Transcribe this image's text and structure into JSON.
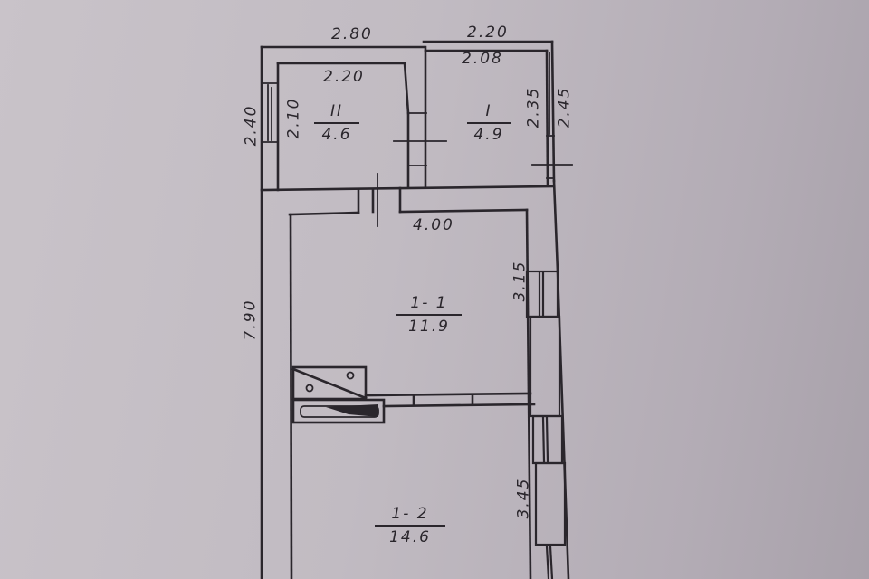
{
  "plan": {
    "colors": {
      "paper": "#c1bbc2",
      "ink": "#2a262c"
    },
    "outer_dimensions": {
      "top_left_width": "2.80",
      "top_right_width": "2.20",
      "left_upper_height": "2.40",
      "left_total_height": "7.90",
      "right_upper_height": "2.45"
    },
    "rooms": [
      {
        "id": "II",
        "number": "II",
        "area": "4.6",
        "width": "2.20",
        "height": "2.10"
      },
      {
        "id": "I",
        "number": "I",
        "area": "4.9",
        "width": "2.08",
        "height": "2.35"
      },
      {
        "id": "1-1",
        "number": "1- 1",
        "area": "11.9",
        "width": "4.00",
        "height": "3.15"
      },
      {
        "id": "1-2",
        "number": "1- 2",
        "area": "14.6",
        "height": "3.45"
      }
    ],
    "fixtures": [
      {
        "type": "stove",
        "icon": "stove-icon"
      },
      {
        "type": "chimney",
        "icon": "chimney-icon"
      }
    ]
  }
}
